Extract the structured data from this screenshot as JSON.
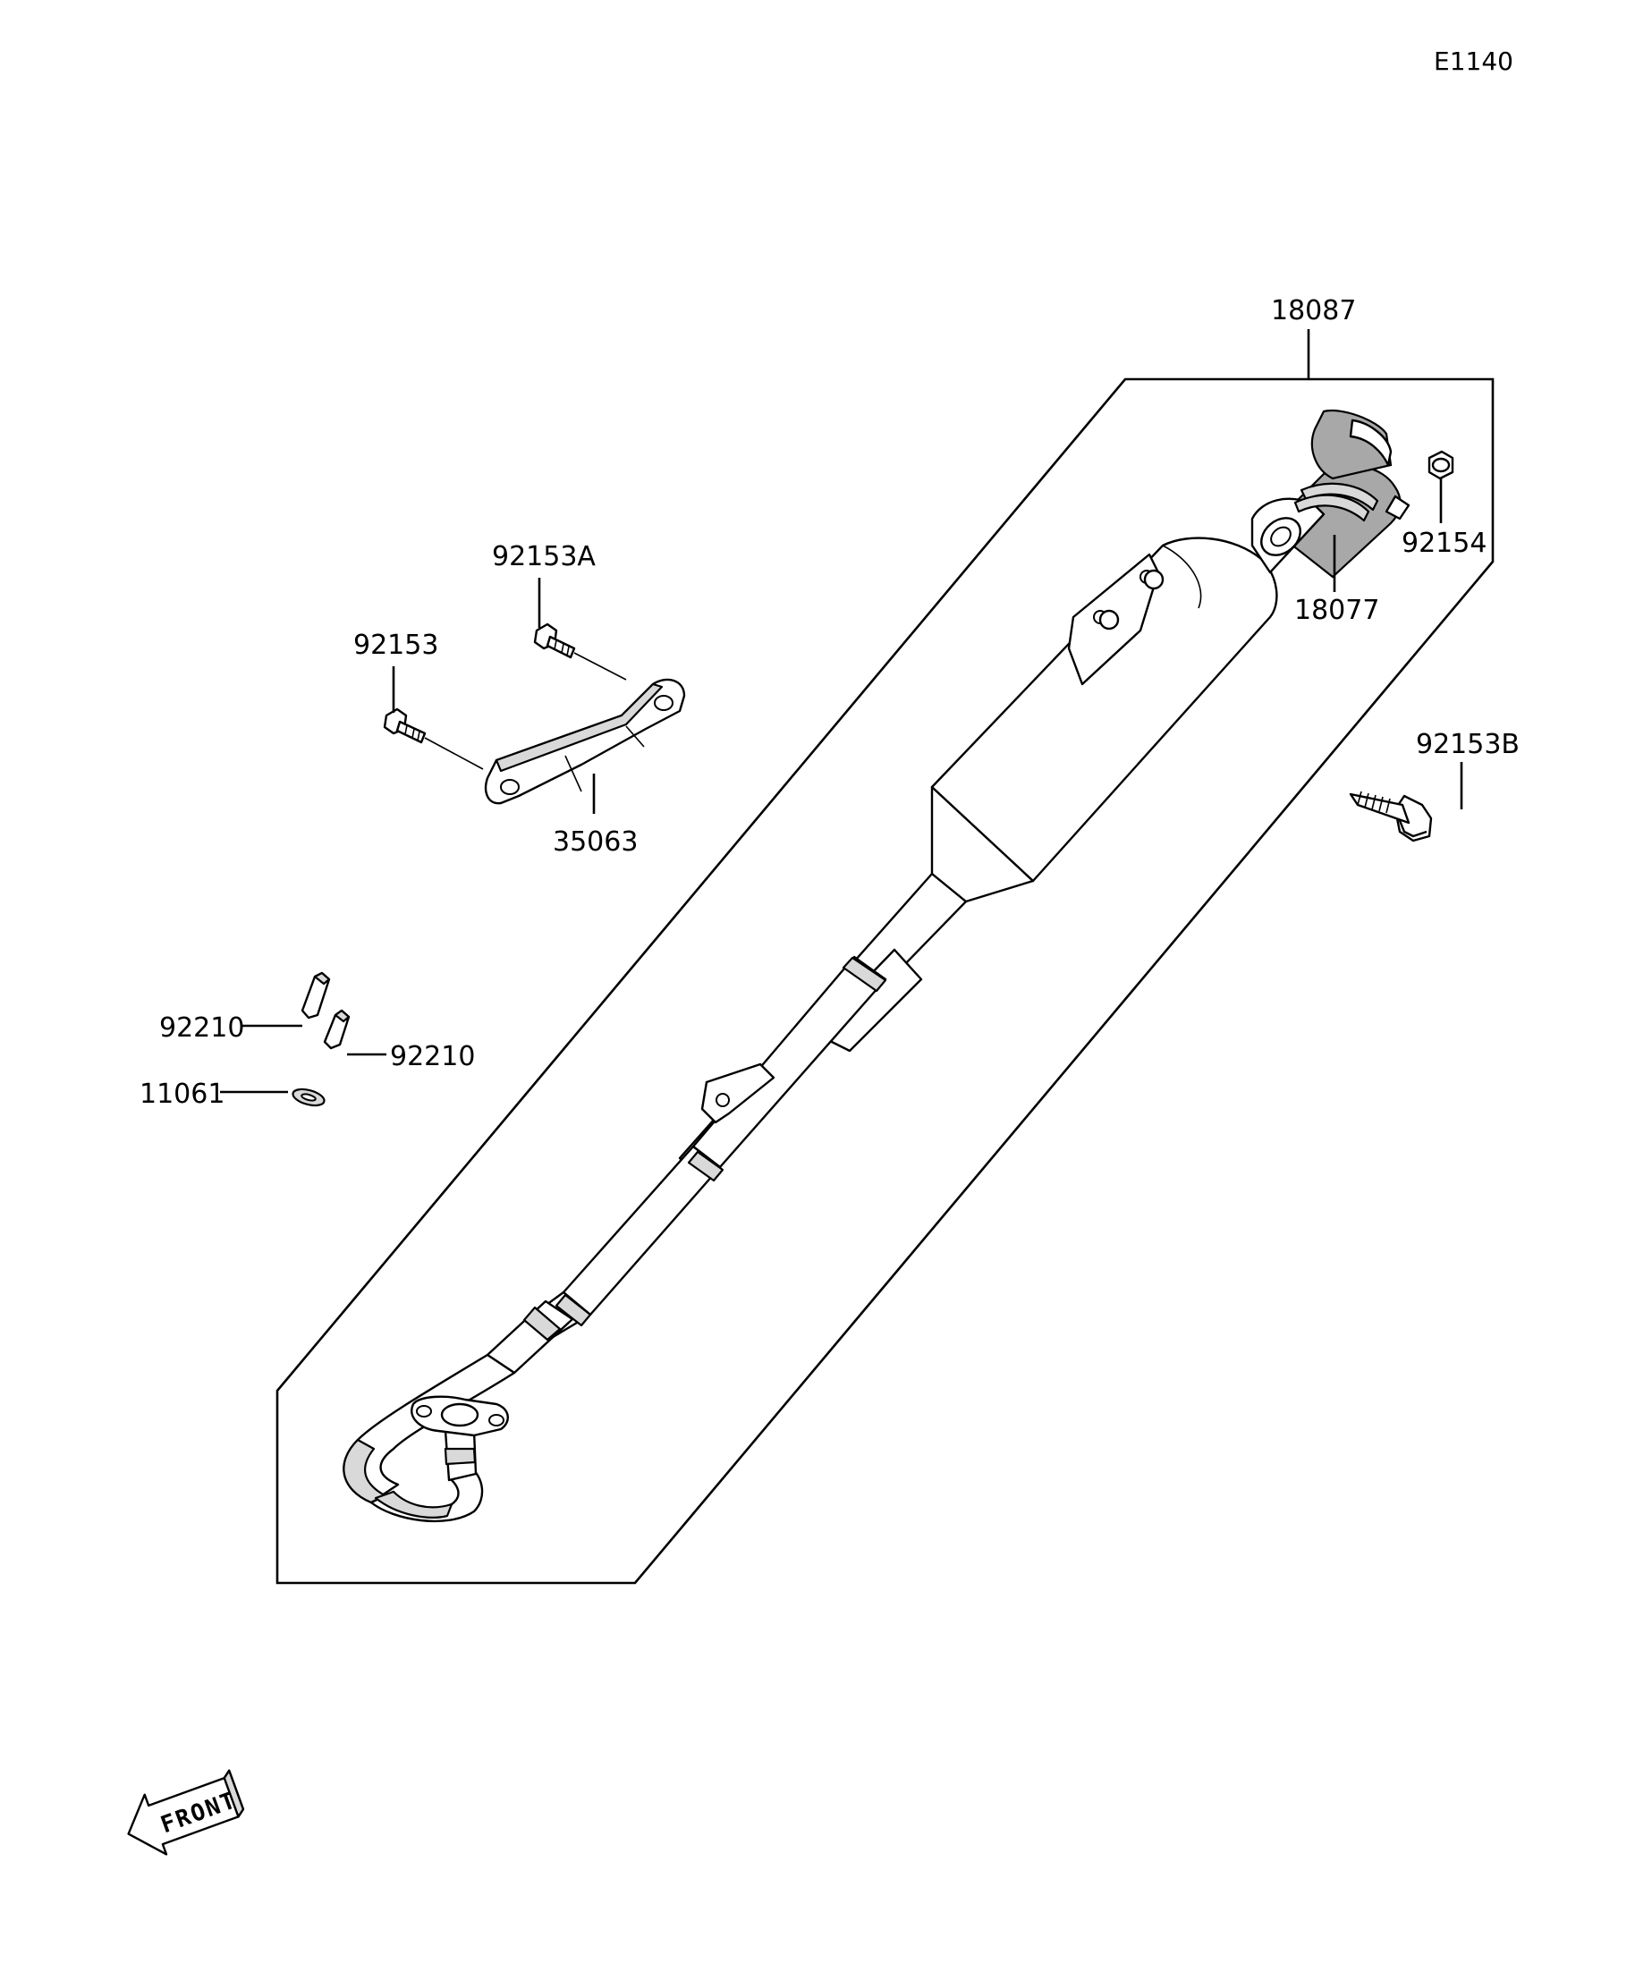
{
  "diagram_code": "E1140",
  "front_label": "FRONT",
  "parts": [
    {
      "number": "18087"
    },
    {
      "number": "18077"
    },
    {
      "number": "92154"
    },
    {
      "number": "92153B"
    },
    {
      "number": "92153A"
    },
    {
      "number": "92153"
    },
    {
      "number": "35063"
    },
    {
      "number": "92210"
    },
    {
      "number": "92210"
    },
    {
      "number": "11061"
    }
  ]
}
